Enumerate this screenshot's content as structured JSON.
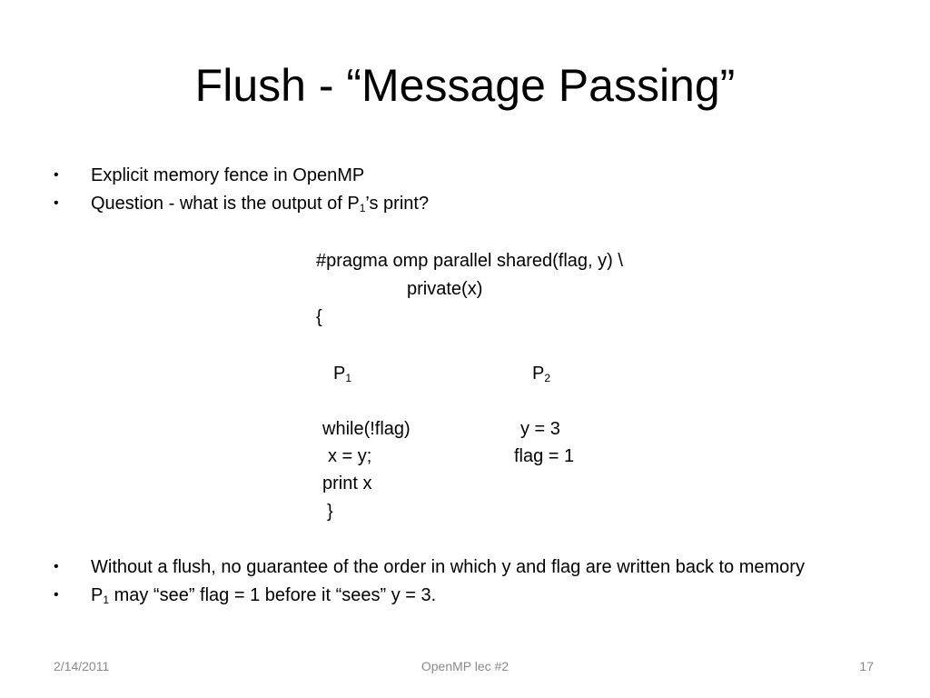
{
  "slide": {
    "title": "Flush - “Message Passing”",
    "bullets_top": [
      {
        "text": "Explicit memory fence in OpenMP"
      },
      {
        "pre": "Question - what is the output of P",
        "sub": "1",
        "post": "’s print?"
      }
    ],
    "code": {
      "pragma_line": "#pragma omp parallel shared(flag, y) \\",
      "private_line": "private(x)",
      "open_brace": "{",
      "p1_label": "P",
      "p1_sub": "1",
      "p2_label": "P",
      "p2_sub": "2",
      "p1_lines": [
        "while(!flag)",
        "x = y;",
        "print x",
        "}"
      ],
      "p2_lines": [
        "y = 3",
        "flag = 1"
      ]
    },
    "bullets_bottom": [
      {
        "text": "Without a flush, no guarantee of the order in which y and flag are written back to memory"
      },
      {
        "pre": "P",
        "sub": "1",
        "post": " may “see” flag = 1 before it “sees” y = 3."
      }
    ],
    "bullet_symbol": "•",
    "footer": {
      "date": "2/14/2011",
      "center": "OpenMP lec #2",
      "page": "17"
    }
  }
}
